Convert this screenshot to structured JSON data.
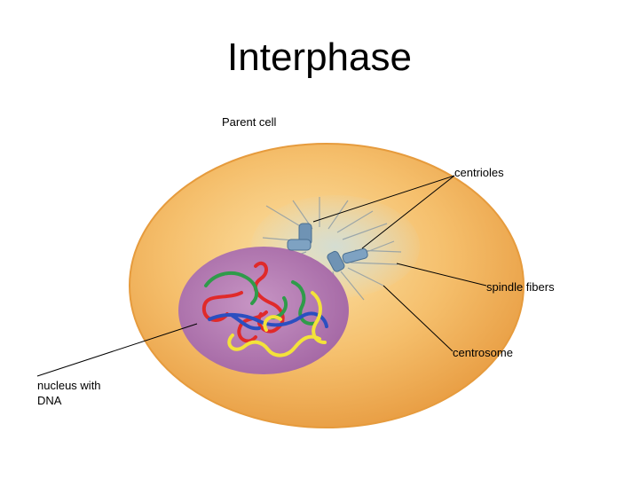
{
  "title": "Interphase",
  "labels": {
    "parent_cell": "Parent cell",
    "centrioles": "centrioles",
    "spindle_fibers": "spindle fibers",
    "centrosome": "centrosome",
    "nucleus_line1": "nucleus with",
    "nucleus_line2": "DNA"
  },
  "colors": {
    "cell_fill": "#f3b35a",
    "cell_edge": "#e59a3c",
    "nucleus_fill": "#b77bb0",
    "centrosome_fill": "#c9d6c8",
    "centriole": "#6f93b4",
    "chromatin_red": "#e02a2a",
    "chromatin_green": "#2f9b4a",
    "chromatin_blue": "#2b4fc0",
    "chromatin_yellow": "#f3e23a"
  }
}
